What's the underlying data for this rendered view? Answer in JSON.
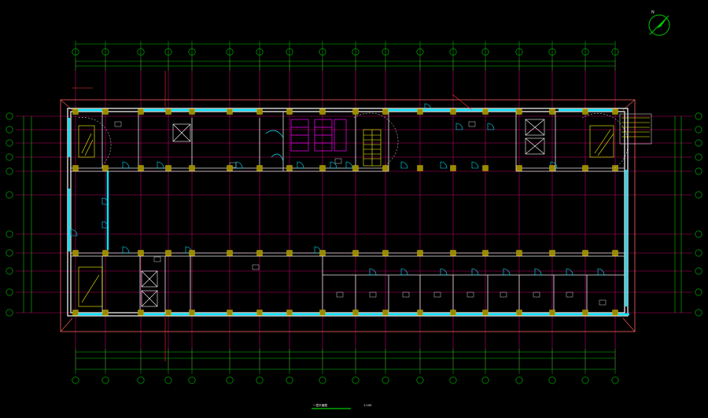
{
  "drawing": {
    "background": "#000000",
    "colors": {
      "axis": "#00c800",
      "grid": "#c0006a",
      "wall": "#ffffff",
      "window": "#00e5ff",
      "column": "#9a8a00",
      "fixture": "#ff00ff",
      "stair": "#ffff00",
      "leader": "#ff2020",
      "outline": "#ff6060"
    },
    "north_arrow_symbol": "north-arrow",
    "title_label": "一层平面图",
    "scale_label": "1:100"
  }
}
